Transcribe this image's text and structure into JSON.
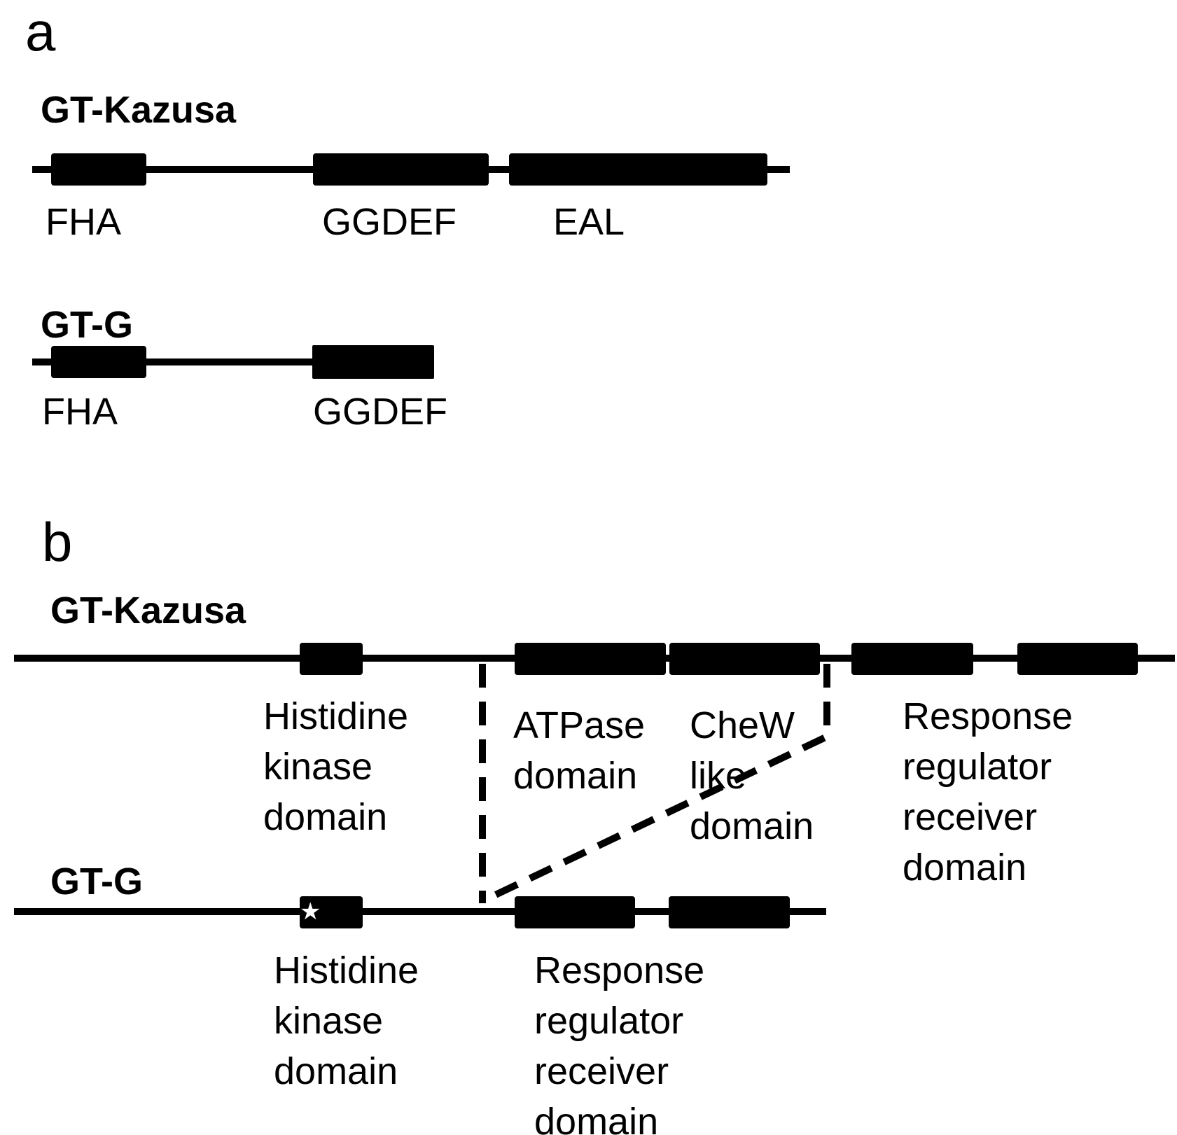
{
  "panel_a": {
    "label": "a",
    "kazusa": {
      "name": "GT-Kazusa",
      "domains": [
        "FHA",
        "GGDEF",
        "EAL"
      ]
    },
    "gtg": {
      "name": "GT-G",
      "domains": [
        "FHA",
        "GGDEF"
      ]
    }
  },
  "panel_b": {
    "label": "b",
    "kazusa": {
      "name": "GT-Kazusa",
      "domains": {
        "hk": "Histidine\nkinase\ndomain",
        "atpase": "ATPase\ndomain",
        "chew": "CheW\nlike\ndomain",
        "rr": "Response\nregulator\nreceiver\ndomain"
      }
    },
    "gtg": {
      "name": "GT-G",
      "domains": {
        "hk": "Histidine\nkinase\ndomain",
        "rr": "Response\nregulator\nreceiver\ndomain"
      },
      "mutation_marker": "★"
    }
  },
  "colors": {
    "domain_fill": "#000000",
    "line": "#000000",
    "background": "#ffffff",
    "marker": "#ffffff"
  }
}
